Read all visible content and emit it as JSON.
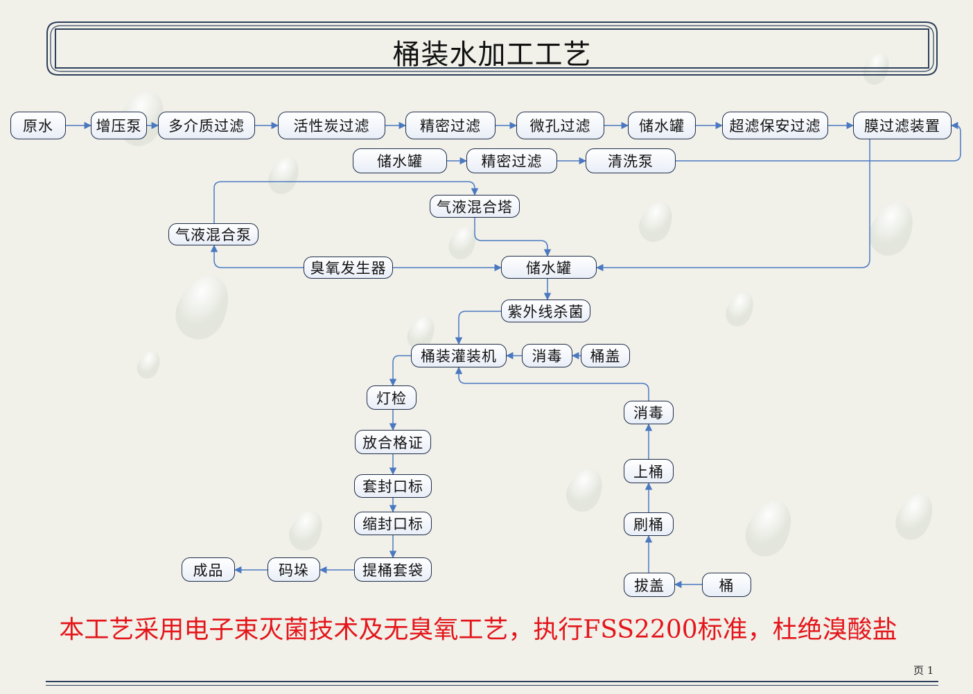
{
  "title": "桶装水加工工艺",
  "nodes": {
    "raw_water": "原水",
    "booster_pump": "增压泵",
    "multimedia_filter": "多介质过滤",
    "activated_carbon_filter": "活性炭过滤",
    "precision_filter_1": "精密过滤",
    "microporous_filter": "微孔过滤",
    "storage_tank_1": "储水罐",
    "uf_security_filter": "超滤保安过滤",
    "membrane_filter_unit": "膜过滤装置",
    "storage_tank_2": "储水罐",
    "precision_filter_2": "精密过滤",
    "cleaning_pump": "清洗泵",
    "gas_liquid_tower": "气液混合塔",
    "gas_liquid_pump": "气液混合泵",
    "ozone_generator": "臭氧发生器",
    "storage_tank_3": "储水罐",
    "uv_sterilizer": "紫外线杀菌",
    "barrel_filler": "桶装灌装机",
    "disinfect_1": "消毒",
    "barrel_cap": "桶盖",
    "light_inspection": "灯检",
    "certificate": "放合格证",
    "cap_label": "套封口标",
    "shrink_label": "缩封口标",
    "bagging": "提桶套袋",
    "stacking": "码垛",
    "finished_product": "成品",
    "disinfect_2": "消毒",
    "load_barrel": "上桶",
    "brush_barrel": "刷桶",
    "remove_cap": "拔盖",
    "barrel": "桶"
  },
  "note": "本工艺采用电子束灭菌技术及无臭氧工艺，执行FSS2200标准，杜绝溴酸盐",
  "page_label": "页 1",
  "colors": {
    "arrow": "#4a78c0",
    "node_border": "#1c2b48",
    "note": "#e4161b"
  }
}
